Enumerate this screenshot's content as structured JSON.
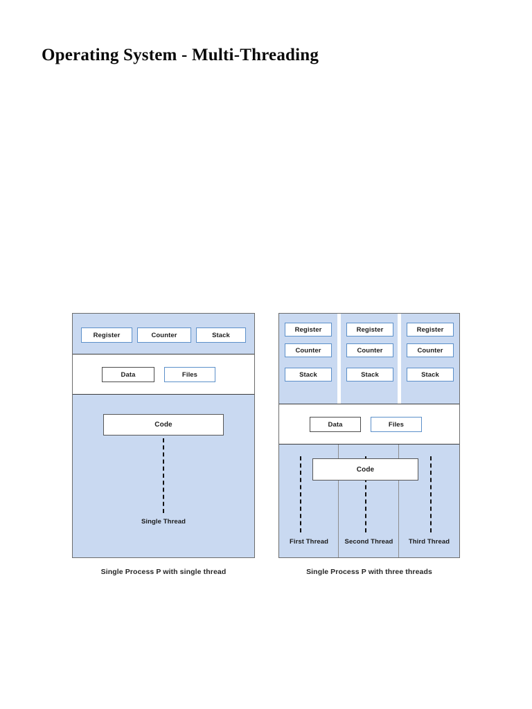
{
  "page": {
    "title": "Operating System - Multi-Threading",
    "background_color": "#ffffff",
    "band_fill_color": "#c9d9f1",
    "chip_border_color": "#5b8fc9",
    "panel_border_color": "#6b6b6b"
  },
  "figures": {
    "single_thread": {
      "caption": "Single Process P with single thread",
      "registers_band": {
        "boxes": [
          {
            "label": "Register"
          },
          {
            "label": "Counter"
          },
          {
            "label": "Stack"
          }
        ]
      },
      "shared_band": {
        "boxes": [
          {
            "label": "Data"
          },
          {
            "label": "Files"
          }
        ]
      },
      "code_band": {
        "code_label": "Code",
        "thread_label": "Single Thread"
      }
    },
    "multi_thread": {
      "caption": "Single Process P with three threads",
      "thread_columns": [
        {
          "boxes": [
            {
              "label": "Register"
            },
            {
              "label": "Counter"
            },
            {
              "label": "Stack"
            }
          ]
        },
        {
          "boxes": [
            {
              "label": "Register"
            },
            {
              "label": "Counter"
            },
            {
              "label": "Stack"
            }
          ]
        },
        {
          "boxes": [
            {
              "label": "Register"
            },
            {
              "label": "Counter"
            },
            {
              "label": "Stack"
            }
          ]
        }
      ],
      "shared_band": {
        "boxes": [
          {
            "label": "Data"
          },
          {
            "label": "Files"
          }
        ]
      },
      "code_band": {
        "code_label": "Code",
        "thread_labels": [
          "First Thread",
          "Second Thread",
          "Third Thread"
        ]
      }
    }
  }
}
